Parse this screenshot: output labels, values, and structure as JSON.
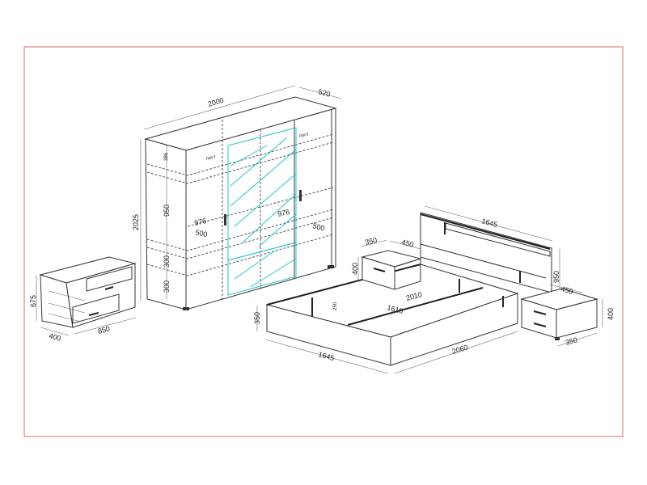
{
  "colors": {
    "frame": "#e06a6a",
    "glass": "#22c4cc",
    "line": "#333333"
  },
  "wardrobe": {
    "width": "2000",
    "depth": "520",
    "height": "2025",
    "shelf_386": "386",
    "shelf_950": "950",
    "shelf_300a": "300",
    "shelf_300b": "300",
    "left_inner_width": "976",
    "left_inner_depth": "500",
    "right_inner_width": "976",
    "right_inner_depth": "500",
    "rail_left": "пост",
    "rail_right": "пост"
  },
  "bed": {
    "headboard_width": "1645",
    "headboard_height": "950",
    "frame_width": "1645",
    "frame_length": "2060",
    "frame_height": "350",
    "inner_length": "2010",
    "inner_width": "1610",
    "support_height": "250"
  },
  "nightstand_left": {
    "width": "350",
    "depth": "450",
    "height": "400"
  },
  "nightstand_right": {
    "depth": "450",
    "height": "400",
    "width": "350"
  },
  "chest": {
    "height": "675",
    "depth": "400",
    "width": "850"
  }
}
